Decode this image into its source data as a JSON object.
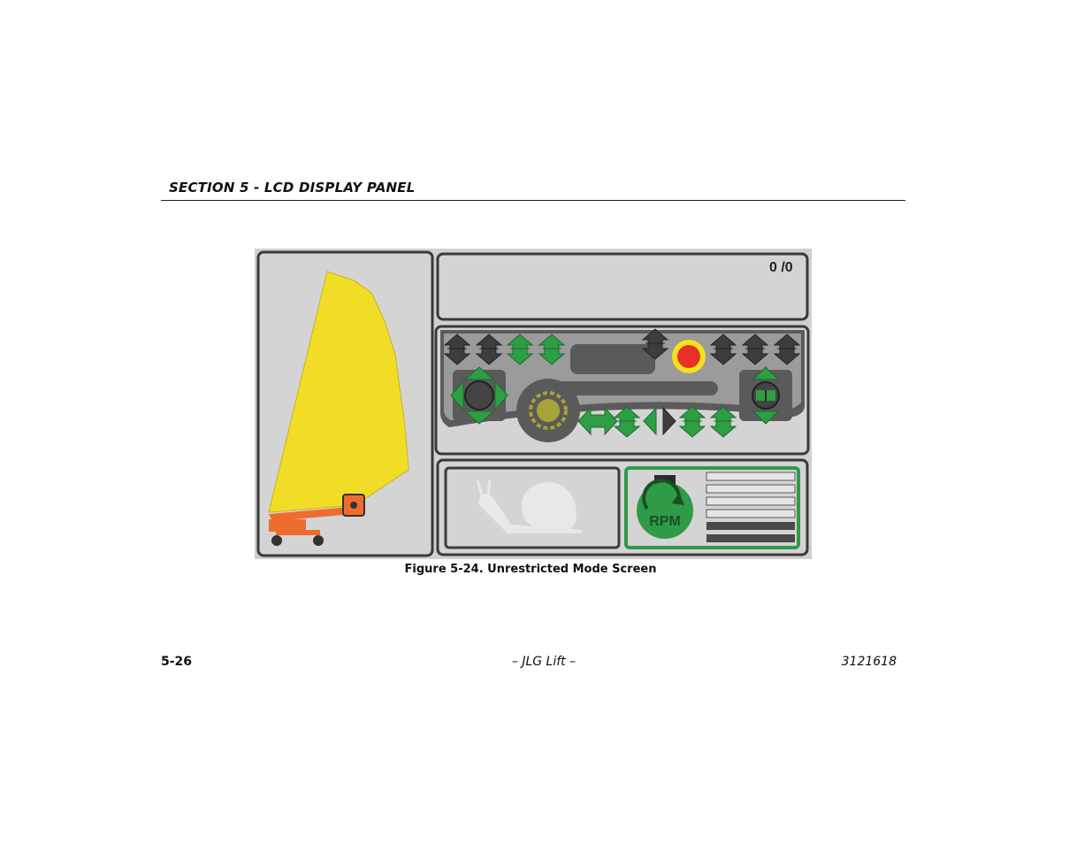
{
  "header": {
    "section_title": "SECTION 5 - LCD DISPLAY PANEL"
  },
  "display": {
    "counter": "0 /0",
    "rpm_label": "RPM"
  },
  "caption": "Figure 5-24. Unrestricted Mode Screen",
  "footer": {
    "page_number": "5-26",
    "publisher": "– JLG Lift –",
    "doc_number": "3121618"
  },
  "colors": {
    "panel_bg": "#d4d4d4",
    "envelope_yellow": "#f2dd26",
    "boom_orange": "#ef6c2f",
    "arrow_green": "#2e9e44",
    "arrow_dark": "#3a3a3a",
    "stop_red": "#e8312a",
    "rpm_green": "#2f9a47"
  },
  "icons": [
    "machine-boom-icon",
    "arrow-up-down-icon",
    "stop-icon",
    "joystick-icon",
    "dial-icon",
    "snail-icon",
    "rpm-icon"
  ]
}
